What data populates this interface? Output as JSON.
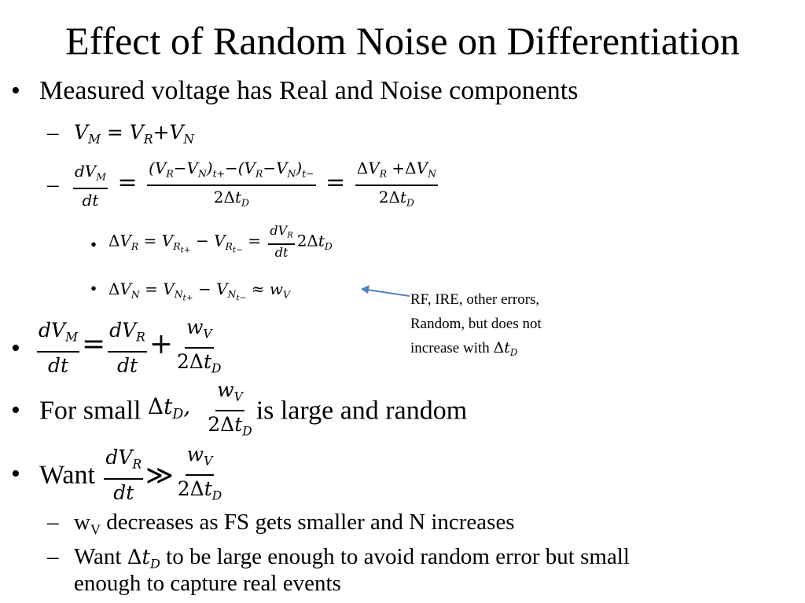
{
  "slide": {
    "title": "Effect of Random Noise on Differentiation",
    "bullet1": "Measured voltage has Real and Noise components",
    "bullet4_pre": "For small ",
    "bullet4_post": "is large and random",
    "bullet5_pre": "Want",
    "sub1_pre": "w",
    "sub1_sub": "V",
    "sub1_post": " decreases as FS gets smaller and N increases",
    "sub2_pre": "Want ",
    "sub2_post": " to be large enough to avoid random error but small",
    "sub2_line2": "enough to capture real events",
    "note_line1": "RF, IRE, other errors,",
    "note_line2": "Random, but does not",
    "note_line3_pre": "increase with "
  },
  "colors": {
    "arrow": "#4f81bd",
    "text": "#000000",
    "background": "#ffffff"
  }
}
